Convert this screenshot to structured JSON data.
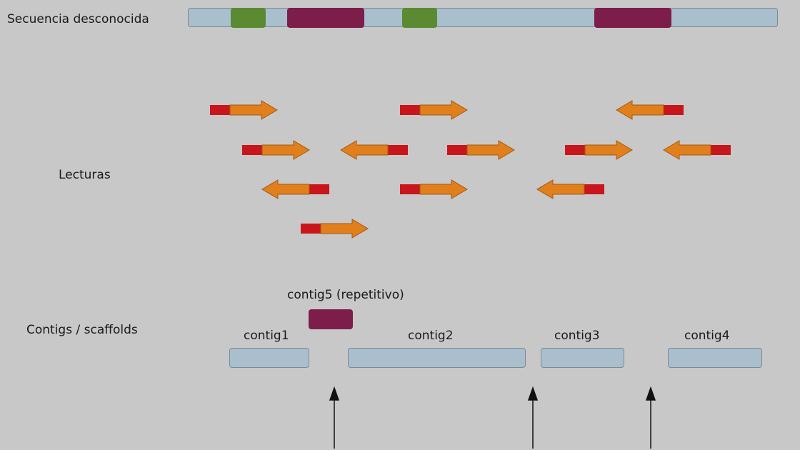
{
  "labels": {
    "unknown_sequence": "Secuencia desconocida",
    "reads": "Lecturas",
    "contigs_scaffolds": "Contigs / scaffolds",
    "contig1": "contig1",
    "contig2": "contig2",
    "contig3": "contig3",
    "contig4": "contig4",
    "contig5": "contig5 (repetitivo)"
  },
  "colors": {
    "sequence": "#a9bfcd",
    "unique_region": "#5b8a33",
    "repeat_region": "#7c1d4a",
    "read_body": "#e07f1b",
    "read_tag": "#c9161c",
    "arrow": "#111111"
  }
}
